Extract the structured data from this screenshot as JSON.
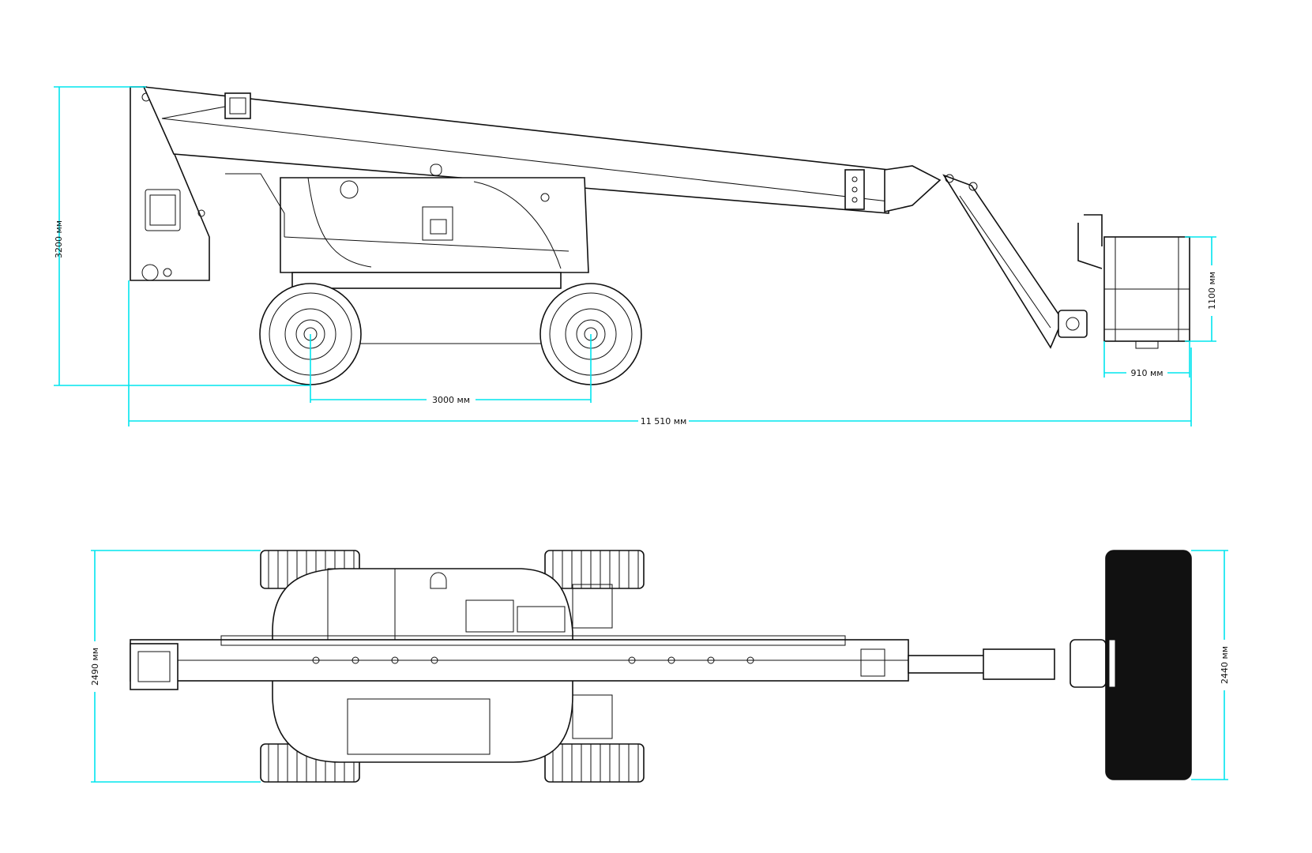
{
  "colors": {
    "dimension_line": "#00e5ee",
    "drawing_line": "#111111",
    "background": "#ffffff"
  },
  "side_view": {
    "height_label": "3200 мм",
    "wheelbase_label": "3000 мм",
    "overall_length_label": "11 510 мм",
    "basket_height_label": "1100 мм",
    "basket_width_label": "910 мм"
  },
  "top_view": {
    "overall_width_label": "2490 мм",
    "basket_length_label": "2440 мм"
  }
}
